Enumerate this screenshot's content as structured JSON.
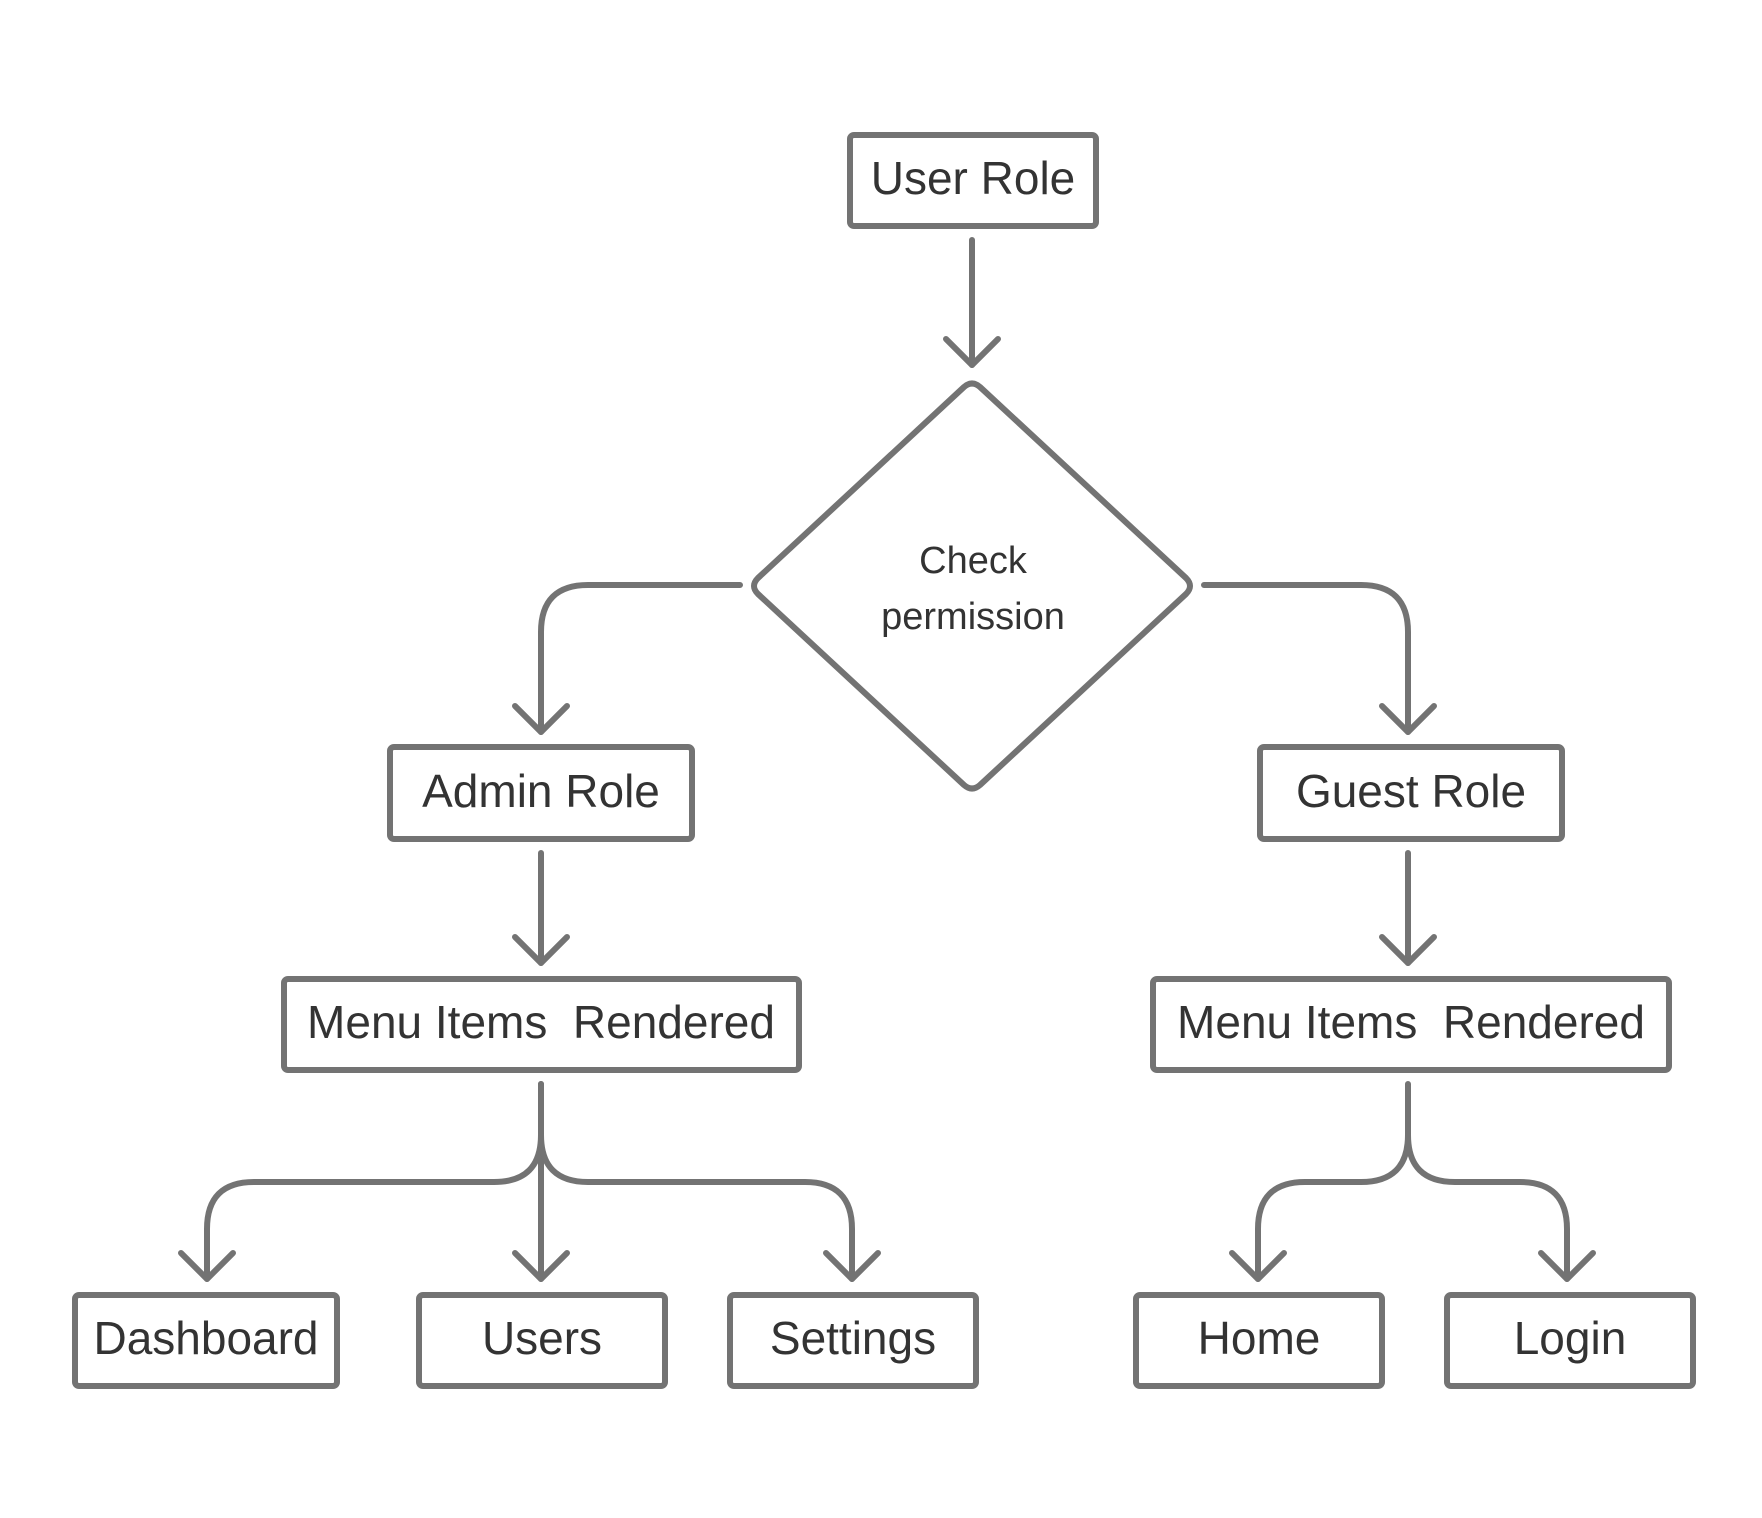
{
  "diagram": {
    "type": "flowchart",
    "nodes": {
      "user_role": "User Role",
      "check_permission_line1": "Check",
      "check_permission_line2": "permission",
      "admin_role": "Admin Role",
      "guest_role": "Guest Role",
      "admin_menu": "Menu Items  Rendered",
      "guest_menu": "Menu Items  Rendered",
      "dashboard": "Dashboard",
      "users": "Users",
      "settings": "Settings",
      "home": "Home",
      "login": "Login"
    },
    "edges": [
      {
        "from": "User Role",
        "to": "Check permission"
      },
      {
        "from": "Check permission",
        "to": "Admin Role"
      },
      {
        "from": "Check permission",
        "to": "Guest Role"
      },
      {
        "from": "Admin Role",
        "to": "Menu Items  Rendered"
      },
      {
        "from": "Guest Role",
        "to": "Menu Items  Rendered"
      },
      {
        "from": "Menu Items  Rendered",
        "to": "Dashboard"
      },
      {
        "from": "Menu Items  Rendered",
        "to": "Users"
      },
      {
        "from": "Menu Items  Rendered",
        "to": "Settings"
      },
      {
        "from": "Menu Items  Rendered",
        "to": "Home"
      },
      {
        "from": "Menu Items  Rendered",
        "to": "Login"
      }
    ],
    "colors": {
      "stroke": "#737373",
      "text": "#333333",
      "background": "#ffffff"
    }
  }
}
